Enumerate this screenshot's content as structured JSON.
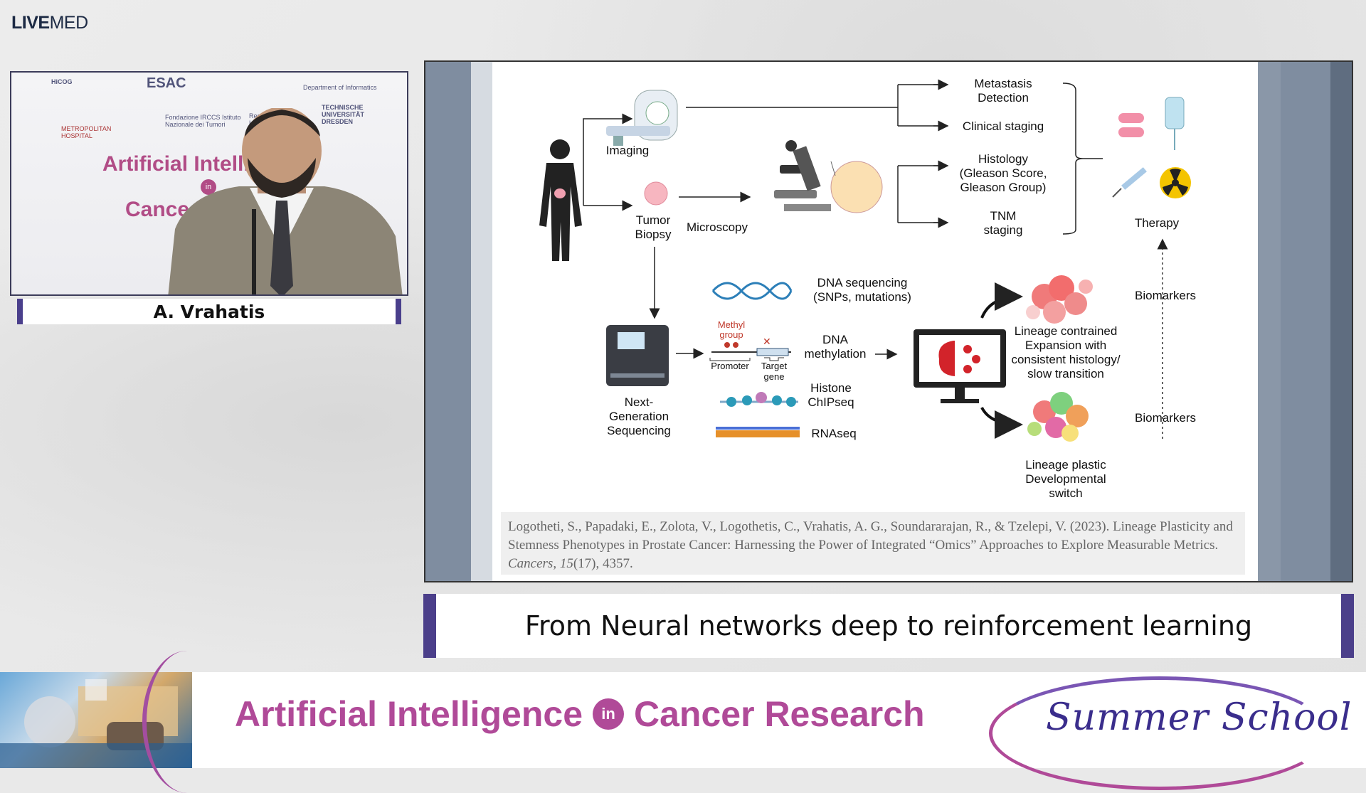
{
  "brand": {
    "live": "LIVE",
    "med": "MED"
  },
  "video": {
    "backdrop_title_line1": "Artificial Intelli",
    "backdrop_title_line2": "Cance",
    "backdrop_in": "in",
    "backdrop_logos": [
      "HiCOG",
      "ESAC",
      "Department of Informatics",
      "METROPOLITAN HOSPITAL",
      "Fondazione IRCCS Istituto Nazionale dei Tumori",
      "Regione Lombardia",
      "TECHNISCHE UNIVERSITÄT DRESDEN"
    ]
  },
  "speaker": {
    "name": "A. Vrahatis"
  },
  "slide": {
    "figure": {
      "imaging": "Imaging",
      "tumor_biopsy": [
        "Tumor",
        "Biopsy"
      ],
      "microscopy": "Microscopy",
      "metastasis": [
        "Metastasis",
        "Detection"
      ],
      "clinical_staging": "Clinical staging",
      "histology": [
        "Histology",
        "(Gleason Score,",
        "Gleason Group)"
      ],
      "tnm": [
        "TNM",
        "staging"
      ],
      "therapy": "Therapy",
      "dna_seq": [
        "DNA sequencing",
        "(SNPs, mutations)"
      ],
      "methyl_group": [
        "Methyl",
        "group"
      ],
      "promoter": "Promoter",
      "target_gene": [
        "Target",
        "gene"
      ],
      "dna_methylation": [
        "DNA",
        "methylation"
      ],
      "histone": [
        "Histone",
        "ChIPseq"
      ],
      "rnaseq": "RNAseq",
      "ngs": [
        "Next-",
        "Generation",
        "Sequencing"
      ],
      "lineage_contrained": [
        "Lineage contrained",
        "Expansion with",
        "consistent histology/",
        "slow transition"
      ],
      "lineage_plastic": [
        "Lineage plastic",
        "Developmental",
        "switch"
      ],
      "biomarkers_1": "Biomarkers",
      "biomarkers_2": "Biomarkers"
    },
    "citation": {
      "text_before_journal": "Logotheti, S., Papadaki, E., Zolota, V., Logothetis, C., Vrahatis, A. G., Soundararajan, R., & Tzelepi, V. (2023). Lineage Plasticity and Stemness Phenotypes in Prostate Cancer: Harnessing the Power of Integrated “Omics” Approaches to Explore Measurable Metrics. ",
      "journal": "Cancers",
      "sep": ", ",
      "volume": "15",
      "rest": "(17), 4357."
    }
  },
  "caption": "From Neural networks deep to reinforcement learning",
  "banner": {
    "title_left": "Artificial Intelligence",
    "in": "in",
    "title_right": "Cancer Research",
    "summer_school": "Summer School"
  },
  "colors": {
    "accent": "#b04a98",
    "frame": "#4b3f8a",
    "arrow": "#333333",
    "tumor": "#e0506a"
  }
}
